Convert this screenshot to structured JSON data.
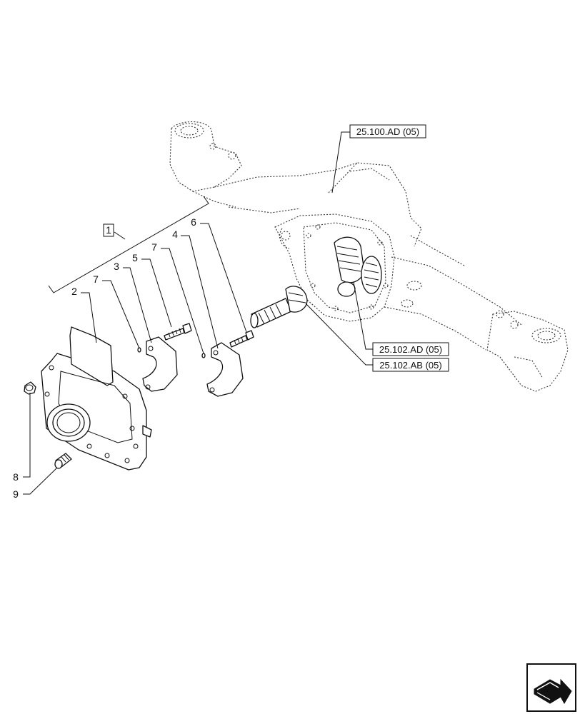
{
  "callouts": [
    {
      "id": "c1",
      "label": "1"
    },
    {
      "id": "c2",
      "label": "2"
    },
    {
      "id": "c3",
      "label": "3"
    },
    {
      "id": "c4",
      "label": "4"
    },
    {
      "id": "c5",
      "label": "5"
    },
    {
      "id": "c6",
      "label": "6"
    },
    {
      "id": "c7a",
      "label": "7"
    },
    {
      "id": "c7b",
      "label": "7"
    },
    {
      "id": "c8",
      "label": "8"
    },
    {
      "id": "c9",
      "label": "9"
    }
  ],
  "references": [
    {
      "id": "r1",
      "label": "25.100.AD (05)"
    },
    {
      "id": "r2",
      "label": "25.102.AD (05)"
    },
    {
      "id": "r3",
      "label": "25.102.AB (05)"
    }
  ],
  "nav_icon": "next-page-arrow-icon"
}
